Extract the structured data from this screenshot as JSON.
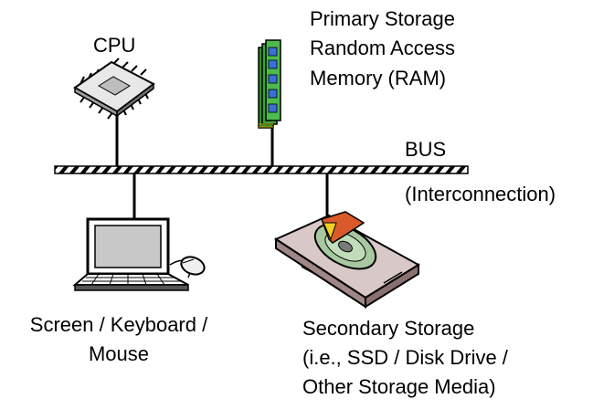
{
  "labels": {
    "cpu": "CPU",
    "ram": [
      "Primary Storage",
      "Random Access",
      "Memory (RAM)"
    ],
    "bus": "BUS",
    "interconnection": "(Interconnection)",
    "io": [
      "Screen / Keyboard /",
      "Mouse"
    ],
    "secondary": [
      "Secondary Storage",
      "(i.e., SSD / Disk Drive /",
      "Other Storage Media)"
    ]
  },
  "icons": [
    "cpu-chip-icon",
    "ram-module-icon",
    "laptop-icon",
    "mouse-icon",
    "hard-disk-icon"
  ],
  "colors": {
    "bus_stripe": "#000000",
    "ram_board": "#3aa63a",
    "laptop_screen": "#c8c8c8",
    "disk_platter": "#a8c8a0",
    "disk_arm": "#d95a2a",
    "disk_case": "#d8c8c8"
  }
}
